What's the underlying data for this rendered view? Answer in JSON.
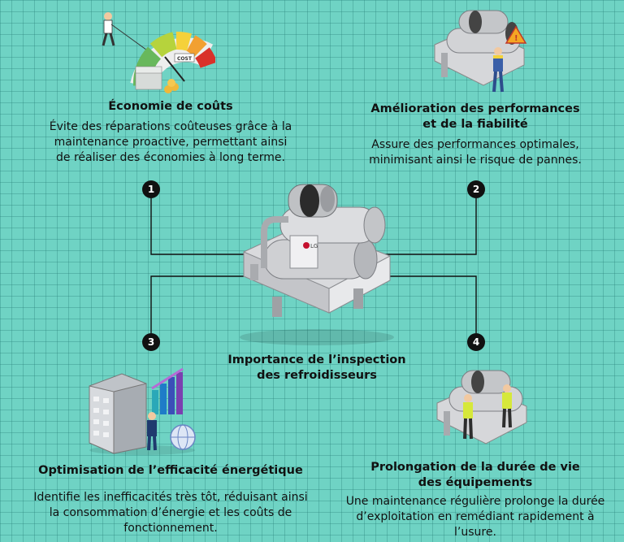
{
  "center": {
    "title_line1": "Importance de l’inspection",
    "title_line2": "des refroidisseurs",
    "brand_logo": "LG"
  },
  "items": [
    {
      "number": "1",
      "title": "Économie de coûts",
      "desc": "Évite des réparations coûteuses grâce à la maintenance proactive, permettant ainsi de réaliser des économies à long terme.",
      "gauge_label": "COST",
      "icon": "cost-gauge-icon"
    },
    {
      "number": "2",
      "title_line1": "Amélioration des performances",
      "title_line2": "et de la fiabilité",
      "desc": "Assure des performances optimales, minimisant ainsi le risque de pannes.",
      "icon": "chiller-technician-icon"
    },
    {
      "number": "3",
      "title": "Optimisation de l’efficacité énergétique",
      "desc": "Identifie les inefficacités très tôt, réduisant ainsi la consommation d’énergie et les coûts de fonctionnement.",
      "icon": "building-energy-icon"
    },
    {
      "number": "4",
      "title_line1": "Prolongation de la durée de vie",
      "title_line2": "des équipements",
      "desc": "Une maintenance régulière prolonge la durée d’exploitation en remédiant rapidement à l’usure.",
      "icon": "chiller-workers-icon"
    }
  ],
  "colors": {
    "background": "#6fd3c4",
    "line": "#111111",
    "badge": "#111111"
  }
}
